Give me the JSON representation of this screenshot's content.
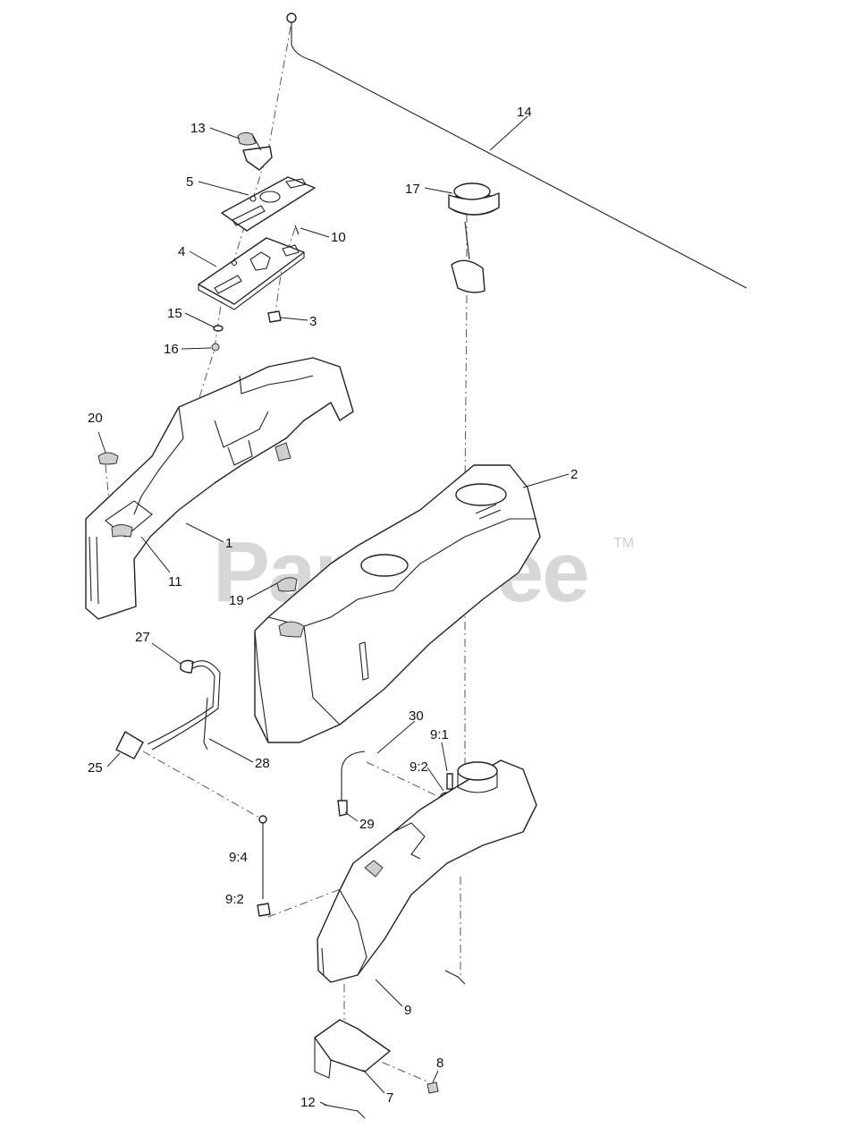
{
  "watermark": {
    "text": "PartsTree",
    "trademark": "TM"
  },
  "callouts": {
    "c1": "1",
    "c2": "2",
    "c3": "3",
    "c4": "4",
    "c5": "5",
    "c7": "7",
    "c8": "8",
    "c9": "9",
    "c9_1": "9:1",
    "c9_2_upper": "9:2",
    "c9_2_lower": "9:2",
    "c9_4": "9:4",
    "c10": "10",
    "c11": "11",
    "c12": "12",
    "c13": "13",
    "c14": "14",
    "c15": "15",
    "c16": "16",
    "c17": "17",
    "c19": "19",
    "c20": "20",
    "c25": "25",
    "c27": "27",
    "c28": "28",
    "c29": "29",
    "c30": "30"
  }
}
